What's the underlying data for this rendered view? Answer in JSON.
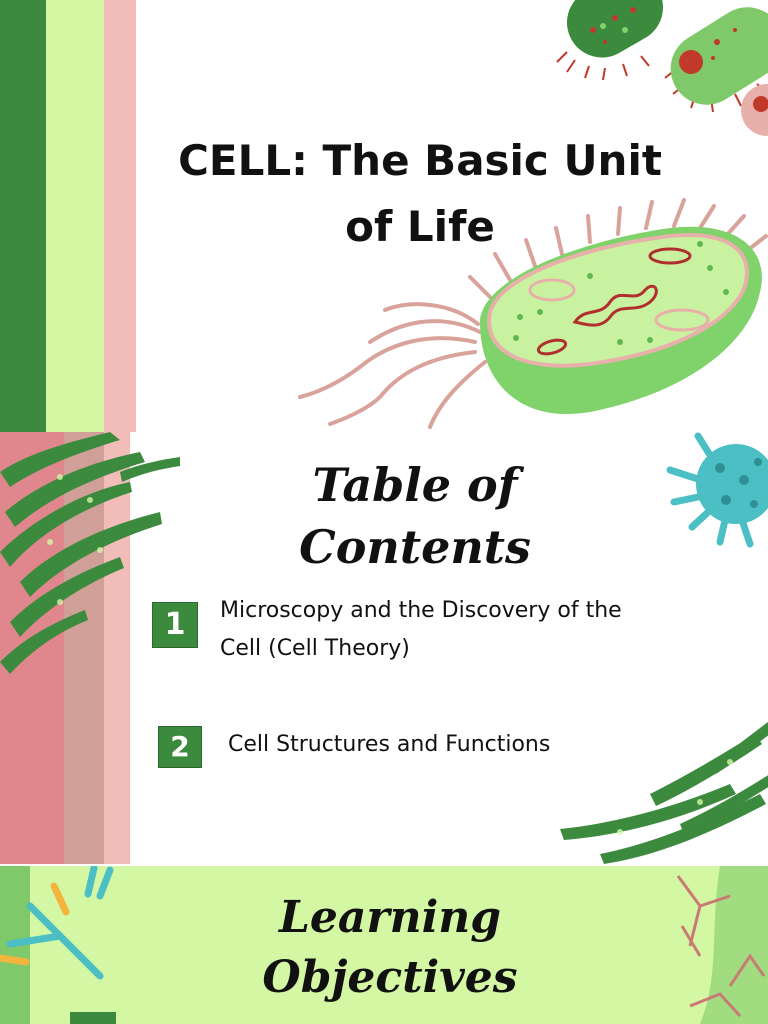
{
  "slide1": {
    "title_line1": "CELL: The Basic Unit",
    "title_line2": "of Life",
    "stripe_colors": [
      "#3c8a3d",
      "#d4f7a4",
      "#f2bdb8"
    ]
  },
  "slide2": {
    "heading_line1": "Table of",
    "heading_line2": "Contents",
    "items": [
      {
        "number": "1",
        "line1": "Microscopy and the Discovery of the",
        "line2": "Cell (Cell Theory)"
      },
      {
        "number": "2",
        "line1": "Cell Structures and Functions",
        "line2": ""
      }
    ],
    "stripe_colors": [
      "#e0878e",
      "#cf9f98",
      "#f2bdb8"
    ]
  },
  "slide3": {
    "heading_line1": "Learning",
    "heading_line2": "Objectives"
  },
  "colors": {
    "green_dark": "#3c8a3d",
    "green_light": "#d4f7a4",
    "pink": "#f2bdb8",
    "teal": "#4bbfc4"
  }
}
